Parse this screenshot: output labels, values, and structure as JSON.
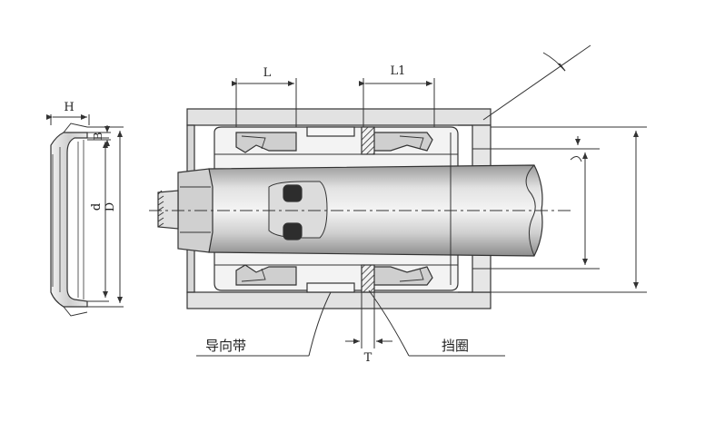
{
  "labels": {
    "H": "H",
    "B": "B",
    "d": "d",
    "D": "D",
    "L": "L",
    "L1": "L1",
    "T": "T",
    "guide_band": "导向带",
    "retaining_ring": "挡圈"
  },
  "colors": {
    "line": "#333333",
    "metal_fill": "#d6d6d6",
    "metal_light": "#ececec",
    "rod_fill": "#c8c8c8",
    "seal_fill": "#bdbdbd"
  }
}
